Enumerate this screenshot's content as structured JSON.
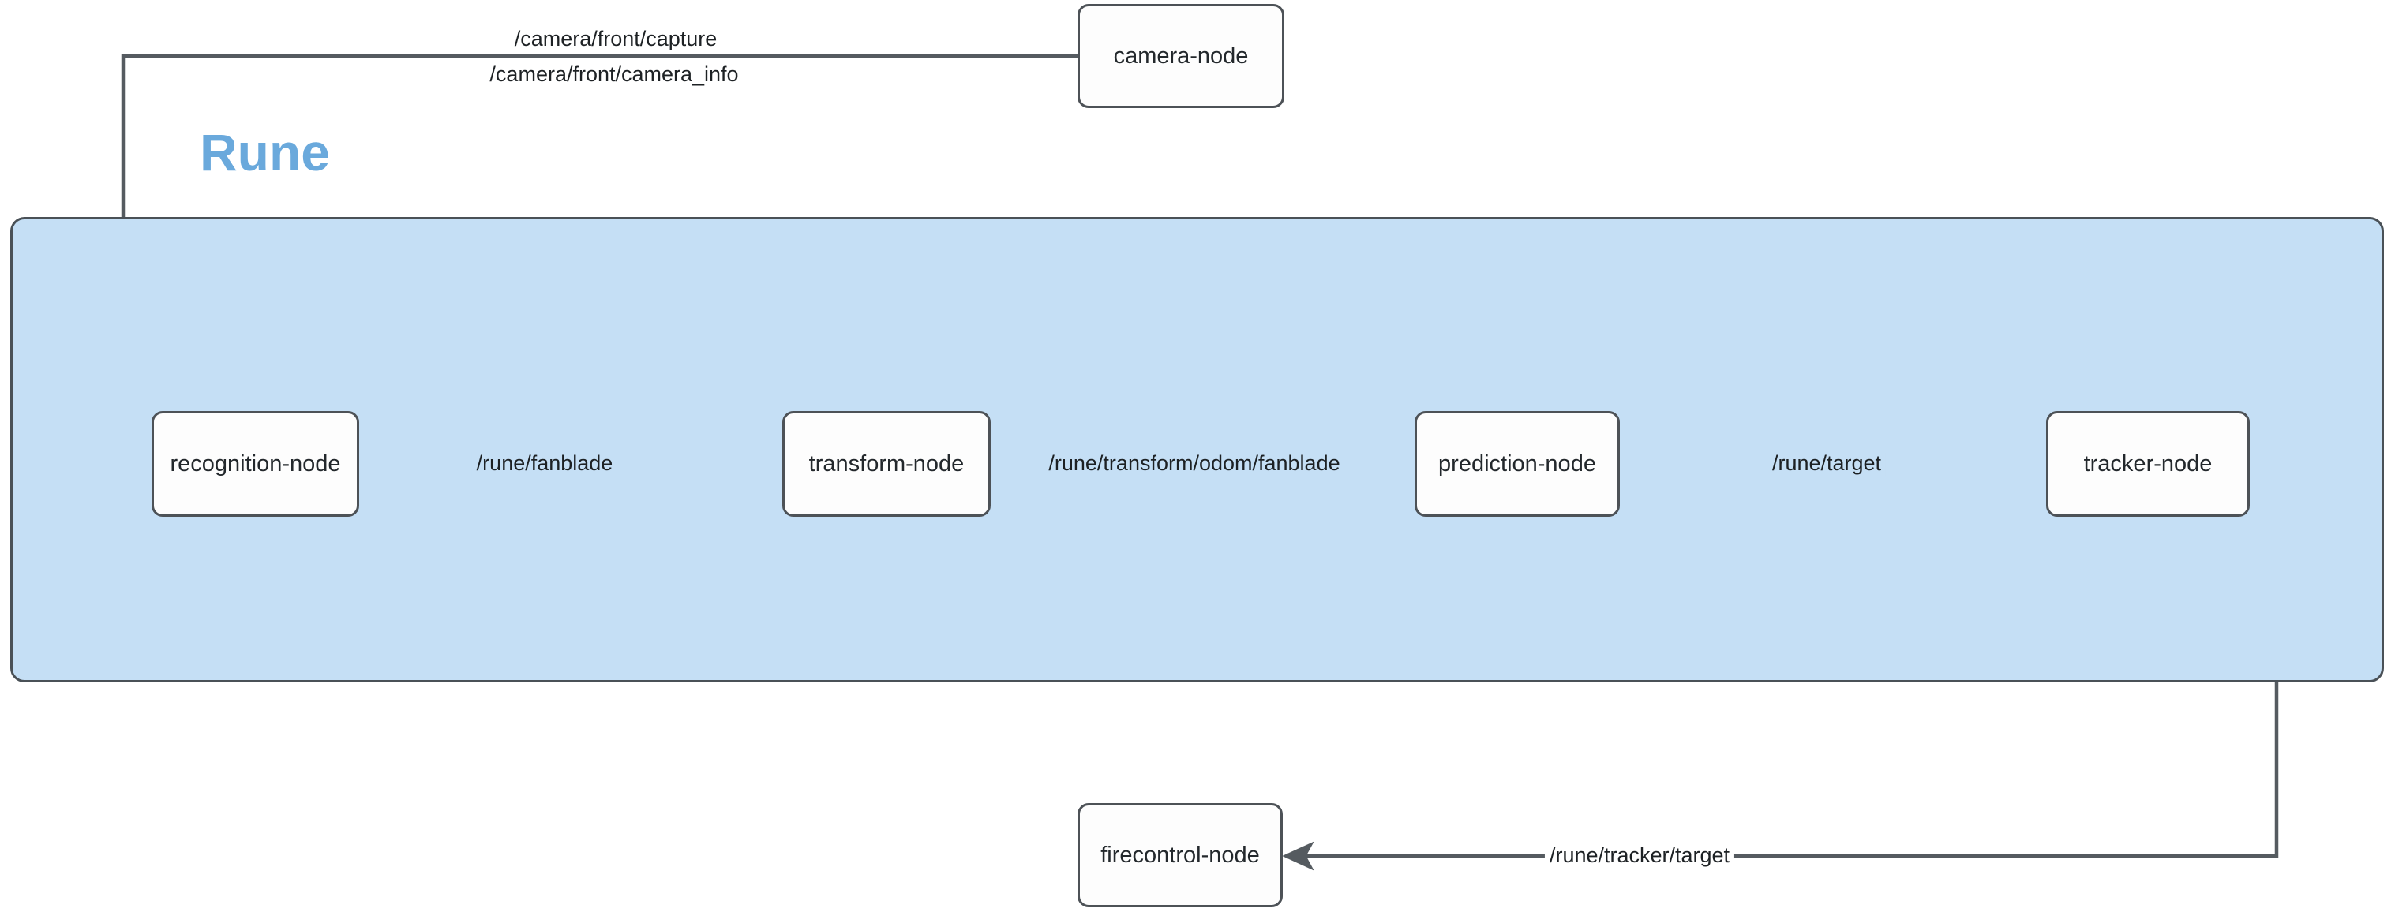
{
  "diagram": {
    "type": "ros-node-graph",
    "background_color": "#ffffff",
    "group": {
      "title": "Rune",
      "title_color": "#6aa9dc",
      "fill_color": "#c5dff5",
      "border_color": "#4a5157"
    },
    "node_border_color": "#4d5257",
    "node_fill_color": "#fdfdfd",
    "edge_color": "#555b60",
    "nodes": [
      {
        "id": "camera",
        "label": "camera-node",
        "in_group": false
      },
      {
        "id": "recognition",
        "label": "recognition-node",
        "in_group": true
      },
      {
        "id": "transform",
        "label": "transform-node",
        "in_group": true
      },
      {
        "id": "prediction",
        "label": "prediction-node",
        "in_group": true
      },
      {
        "id": "tracker",
        "label": "tracker-node",
        "in_group": true
      },
      {
        "id": "firecontrol",
        "label": "firecontrol-node",
        "in_group": false
      }
    ],
    "edges": [
      {
        "from": "camera",
        "to": "recognition",
        "labels": [
          "/camera/front/capture",
          "/camera/front/camera_info"
        ]
      },
      {
        "from": "recognition",
        "to": "transform",
        "labels": [
          "/rune/fanblade"
        ]
      },
      {
        "from": "transform",
        "to": "prediction",
        "labels": [
          "/rune/transform/odom/fanblade"
        ]
      },
      {
        "from": "prediction",
        "to": "tracker",
        "labels": [
          "/rune/target"
        ]
      },
      {
        "from": "tracker",
        "to": "firecontrol",
        "labels": [
          "/rune/tracker/target"
        ]
      }
    ],
    "labels": {
      "camera_capture": "/camera/front/capture",
      "camera_info": "/camera/front/camera_info",
      "rune_fanblade": "/rune/fanblade",
      "rune_transform_odom_fanblade": "/rune/transform/odom/fanblade",
      "rune_target": "/rune/target",
      "rune_tracker_target": "/rune/tracker/target"
    }
  }
}
